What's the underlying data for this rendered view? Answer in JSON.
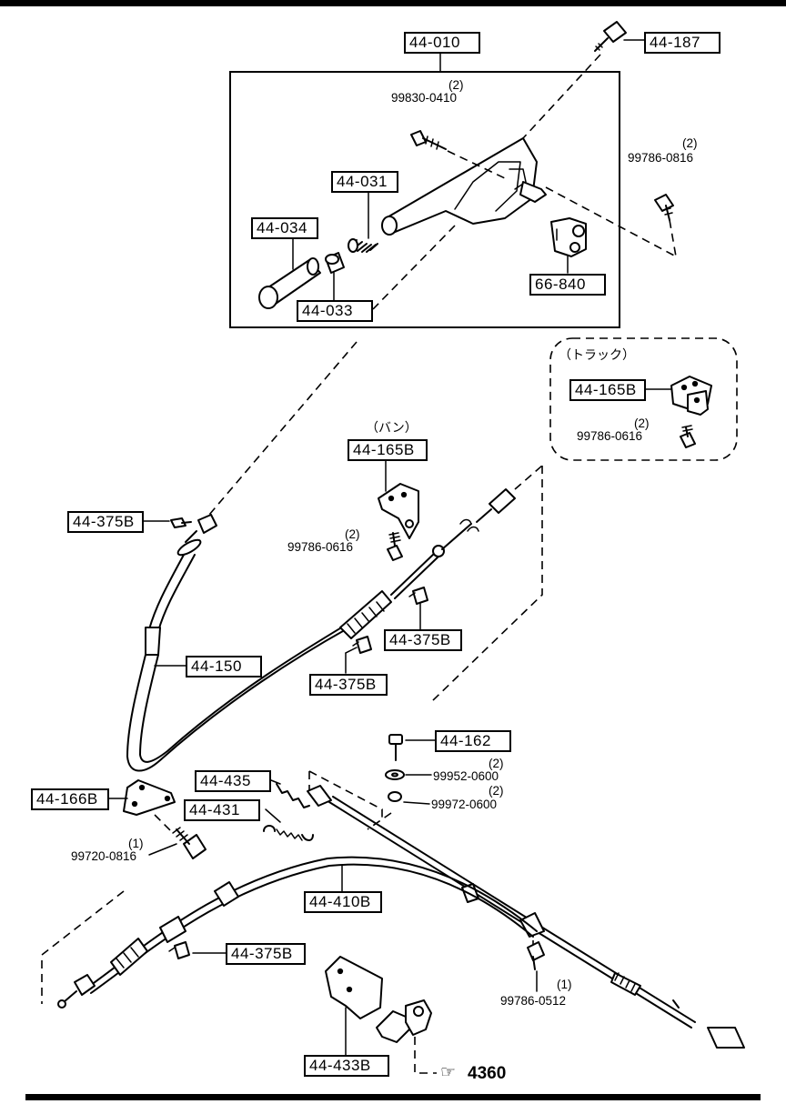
{
  "labels": {
    "l_44_010": "44-010",
    "l_44_187": "44-187",
    "l_44_031": "44-031",
    "l_44_034": "44-034",
    "l_44_033": "44-033",
    "l_66_840": "66-840",
    "l_44_165b_truck": "44-165B",
    "l_44_165b_van": "44-165B",
    "l_44_375b_a": "44-375B",
    "l_44_375b_b": "44-375B",
    "l_44_375b_c": "44-375B",
    "l_44_375b_d": "44-375B",
    "l_44_150": "44-150",
    "l_44_162": "44-162",
    "l_44_435": "44-435",
    "l_44_166b": "44-166B",
    "l_44_431": "44-431",
    "l_44_410b": "44-410B",
    "l_44_433b": "44-433B"
  },
  "part_numbers": {
    "p_99830_0410": "99830-0410",
    "p_99786_0816": "99786-0816",
    "p_99786_0616_truck": "99786-0616",
    "p_99786_0616_van": "99786-0616",
    "p_99952_0600": "99952-0600",
    "p_99972_0600": "99972-0600",
    "p_99720_0816": "99720-0816",
    "p_99786_0512": "99786-0512"
  },
  "quantities": {
    "q_99830_0410": "(2)",
    "q_99786_0816": "(2)",
    "q_99786_0616_truck": "(2)",
    "q_99786_0616_van": "(2)",
    "q_99952_0600": "(2)",
    "q_99972_0600": "(2)",
    "q_99720_0816": "(1)",
    "q_99786_0512": "(1)"
  },
  "notes": {
    "truck": "（トラック）",
    "van": "（バン）"
  },
  "reference": {
    "arrow_symbol": "☞",
    "number": "4360"
  }
}
